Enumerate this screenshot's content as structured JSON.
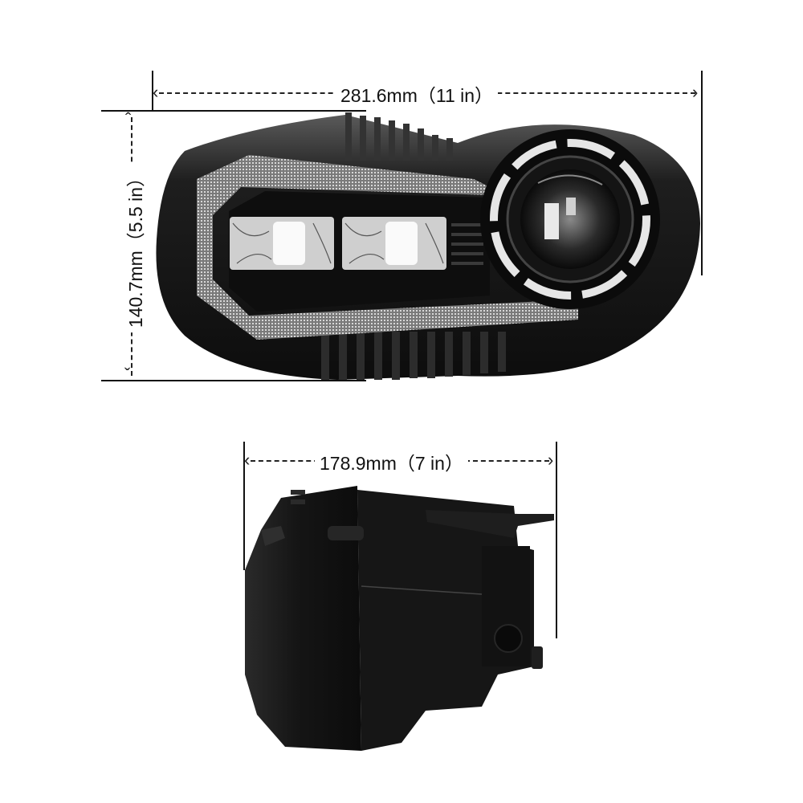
{
  "diagram": {
    "type": "product-dimension-diagram",
    "subject": "LED motorcycle headlight",
    "views": [
      {
        "name": "front-view",
        "description": "Front of headlight with dual LED reflectors, DRL strip and round projector lens"
      },
      {
        "name": "side-view",
        "description": "Side profile of headlight housing"
      }
    ]
  },
  "dimensions": {
    "width": {
      "label": "281.6mm（11 in）",
      "value_mm": 281.6,
      "value_in": 11
    },
    "height": {
      "label": "140.7mm（5.5 in）",
      "value_mm": 140.7,
      "value_in": 5.5
    },
    "depth": {
      "label": "178.9mm（7 in）",
      "value_mm": 178.9,
      "value_in": 7
    }
  },
  "colors": {
    "background": "#ffffff",
    "lines": "#111111",
    "housing": "#1a1a1a",
    "drl": "#b8b8b8",
    "lens": "#e8e8e8"
  }
}
